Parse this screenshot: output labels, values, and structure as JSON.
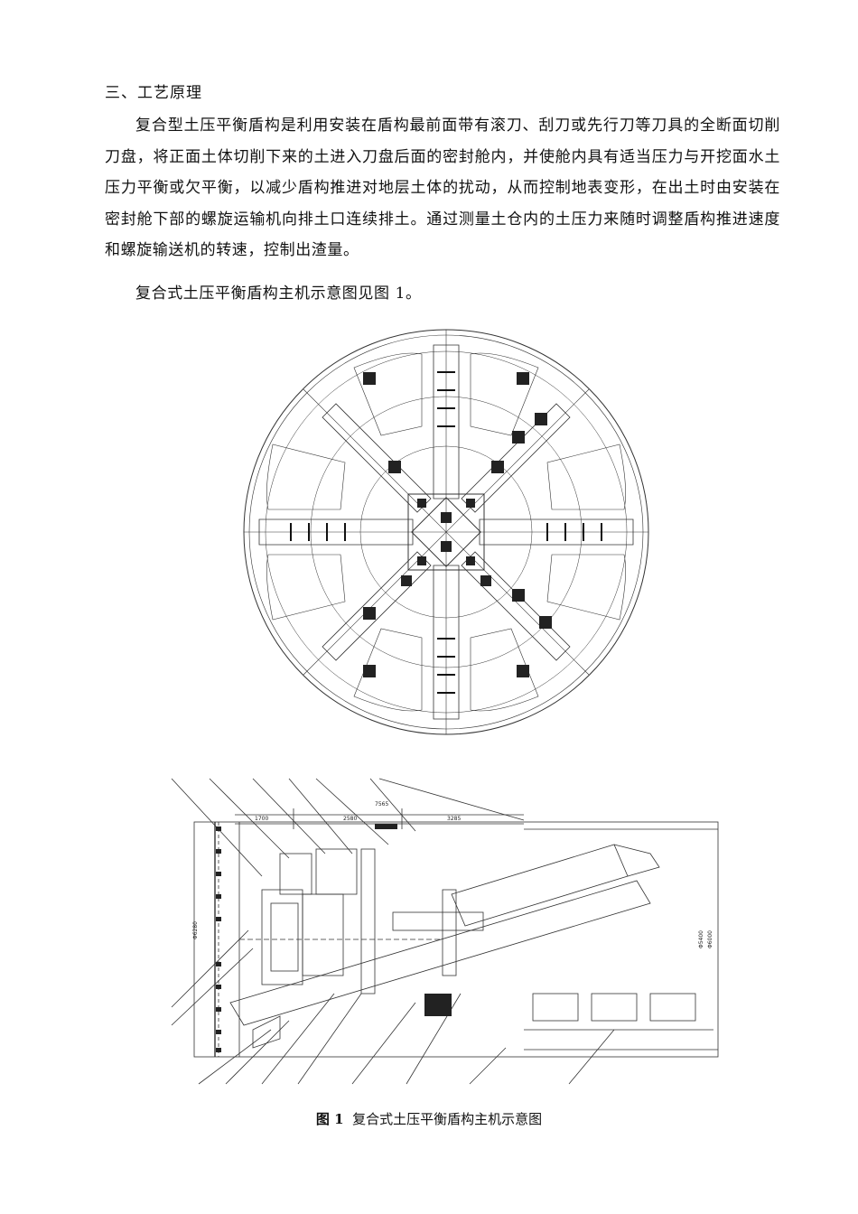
{
  "section": {
    "heading": "三、工艺原理",
    "paragraph": "复合型土压平衡盾构是利用安装在盾构最前面带有滚刀、刮刀或先行刀等刀具的全断面切削刀盘，将正面土体切削下来的土进入刀盘后面的密封舱内，并使舱内具有适当压力与开挖面水土压力平衡或欠平衡，以减少盾构推进对地层土体的扰动，从而控制地表变形，在出土时由安装在密封舱下部的螺旋运输机向排土口连续排土。通过测量土仓内的土压力来随时调整盾构推进速度和螺旋输送机的转速，控制出渣量。",
    "paragraph2": "复合式土压平衡盾构主机示意图见图 1。"
  },
  "figure": {
    "caption_num": "图 1",
    "caption_text": "复合式土压平衡盾构主机示意图",
    "dimensions": {
      "total": "7565",
      "seg_a": "1700",
      "seg_b": "2580",
      "seg_c": "3285",
      "diam_left": "Φ6280",
      "diam_right_1": "Φ5400",
      "diam_right_2": "Φ6000"
    }
  }
}
